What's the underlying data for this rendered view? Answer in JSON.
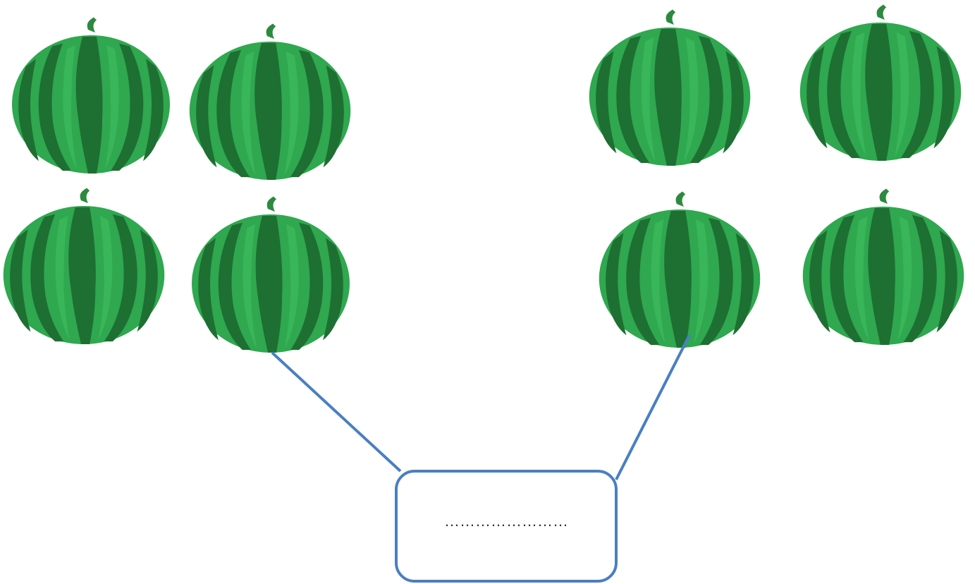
{
  "colors": {
    "rind_light": "#2fa84f",
    "rind_dark": "#1e6f32",
    "stem": "#2c8a3f",
    "connector": "#4a7fc1",
    "answer_box_border": "#4a7fc1",
    "answer_blank": "#333333",
    "background": "#ffffff"
  },
  "groups": [
    {
      "name": "left-group",
      "count": 4
    },
    {
      "name": "right-group",
      "count": 4
    }
  ],
  "answer_box": {
    "blank": "……………………",
    "icon": "dotted-answer-line"
  }
}
